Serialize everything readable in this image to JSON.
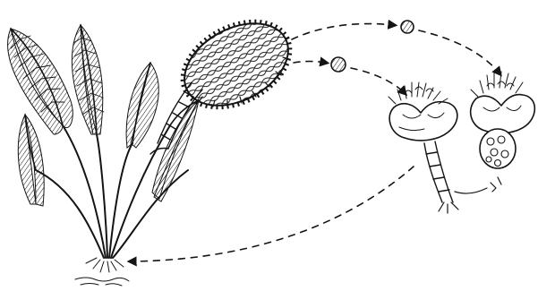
{
  "diagram": {
    "style": "black ink engraving on white",
    "colors": {
      "ink": "#141414",
      "paper": "#ffffff"
    },
    "stages": [
      {
        "name": "mature-fern-sporophyte"
      },
      {
        "name": "sporangium"
      },
      {
        "name": "spore"
      },
      {
        "name": "prothallus-gametophyte"
      },
      {
        "name": "gametophyte-with-young-sporophyte"
      }
    ],
    "arrows": [
      {
        "from": "sporangium",
        "to": "spore"
      },
      {
        "from": "spore",
        "to": "prothallus-gametophyte"
      },
      {
        "from": "prothallus-gametophyte",
        "to": "mature-fern-sporophyte"
      }
    ]
  }
}
